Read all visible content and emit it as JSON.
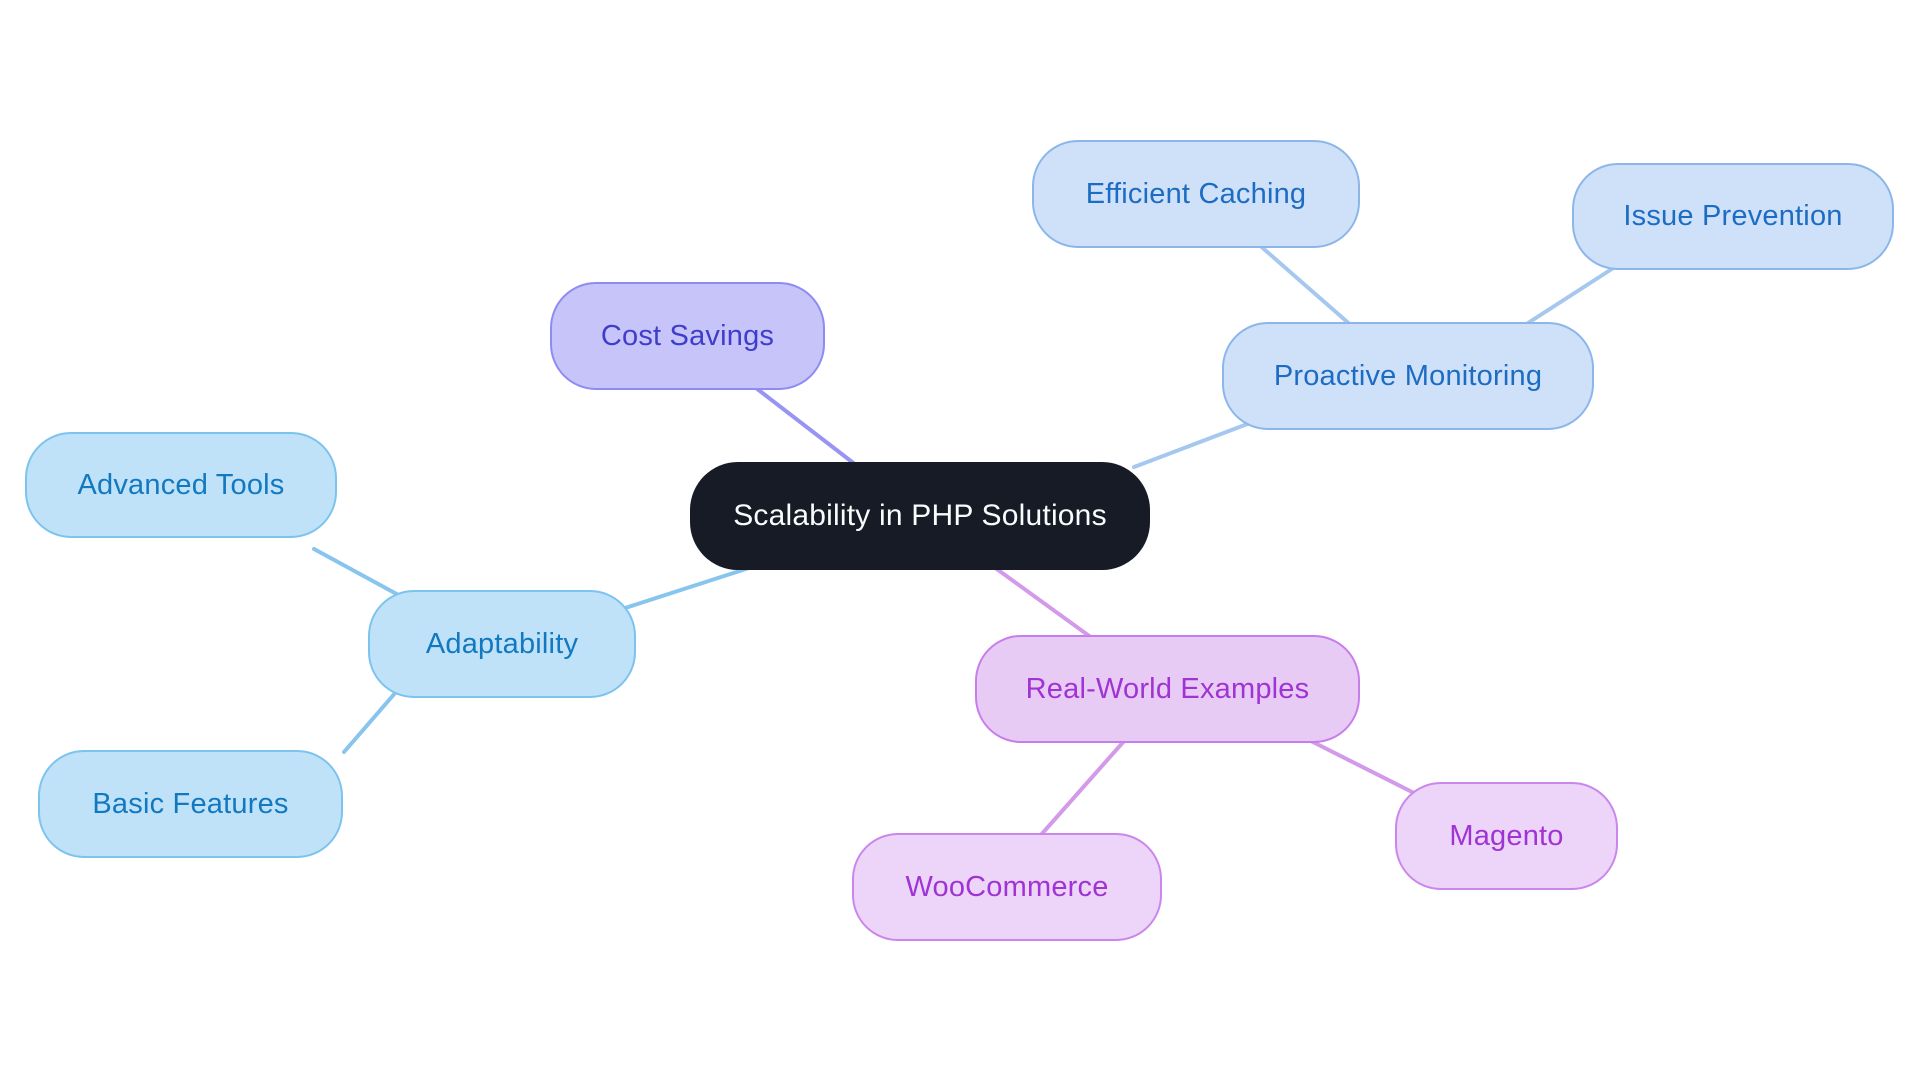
{
  "diagram_type": "mindmap",
  "nodes": {
    "root": {
      "label": "Scalability in PHP Solutions"
    },
    "cost_savings": {
      "label": "Cost Savings"
    },
    "proactive_monitoring": {
      "label": "Proactive Monitoring"
    },
    "efficient_caching": {
      "label": "Efficient Caching"
    },
    "issue_prevention": {
      "label": "Issue Prevention"
    },
    "adaptability": {
      "label": "Adaptability"
    },
    "advanced_tools": {
      "label": "Advanced Tools"
    },
    "basic_features": {
      "label": "Basic Features"
    },
    "real_world_examples": {
      "label": "Real-World Examples"
    },
    "woocommerce": {
      "label": "WooCommerce"
    },
    "magento": {
      "label": "Magento"
    }
  },
  "edges": [
    {
      "from": "root",
      "to": "cost_savings"
    },
    {
      "from": "root",
      "to": "proactive_monitoring"
    },
    {
      "from": "proactive_monitoring",
      "to": "efficient_caching"
    },
    {
      "from": "proactive_monitoring",
      "to": "issue_prevention"
    },
    {
      "from": "root",
      "to": "adaptability"
    },
    {
      "from": "adaptability",
      "to": "advanced_tools"
    },
    {
      "from": "adaptability",
      "to": "basic_features"
    },
    {
      "from": "root",
      "to": "real_world_examples"
    },
    {
      "from": "real_world_examples",
      "to": "woocommerce"
    },
    {
      "from": "real_world_examples",
      "to": "magento"
    }
  ],
  "colors": {
    "canvas_bg": "#ffffff",
    "root_bg": "#161b26",
    "root_text": "#fafbfc",
    "blue_fill": "#cfe1f8",
    "blue_border": "#8cb6e9",
    "blue_text": "#1d6cc4",
    "blue_line": "#a6c8ef",
    "sky_fill": "#bfe2f8",
    "sky_border": "#7cc3ee",
    "sky_text": "#1279c1",
    "sky_line": "#87c5ee",
    "lavender_fill": "#c6c4f8",
    "lavender_border": "#8e8bf1",
    "lavender_text": "#3e3ecb",
    "lavender_line": "#9894f4",
    "purple_fill": "#e8cbf5",
    "purple_fill_light": "#ecd5f8",
    "purple_border": "#c77deb",
    "purple_border_light": "#cb86ec",
    "purple_text": "#a033d4",
    "purple_line": "#d29ae9"
  }
}
